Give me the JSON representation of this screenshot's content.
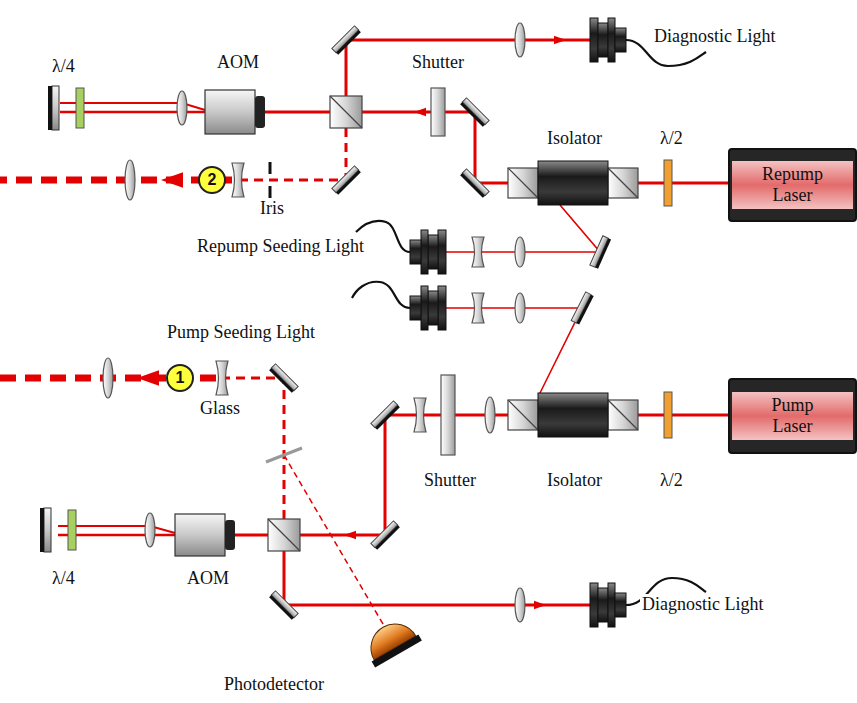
{
  "diagram": {
    "nodes": [
      {
        "text": [
          "2"
        ]
      },
      {
        "text": [
          "Repump Laser"
        ]
      },
      {
        "text": [
          "1"
        ]
      },
      {
        "text": [
          "Pump Laser"
        ]
      }
    ],
    "labels": [
      "Diagnostic Light",
      "λ/4",
      "AOM",
      "Shutter",
      "Isolator",
      "λ/2",
      "Iris",
      "Repump Seeding Light",
      "Pump Seeding Light",
      "Glass",
      "Shutter",
      "Isolator",
      "λ/2",
      "λ/4",
      "AOM",
      "Diagnostic Light",
      "Photodetector"
    ]
  }
}
